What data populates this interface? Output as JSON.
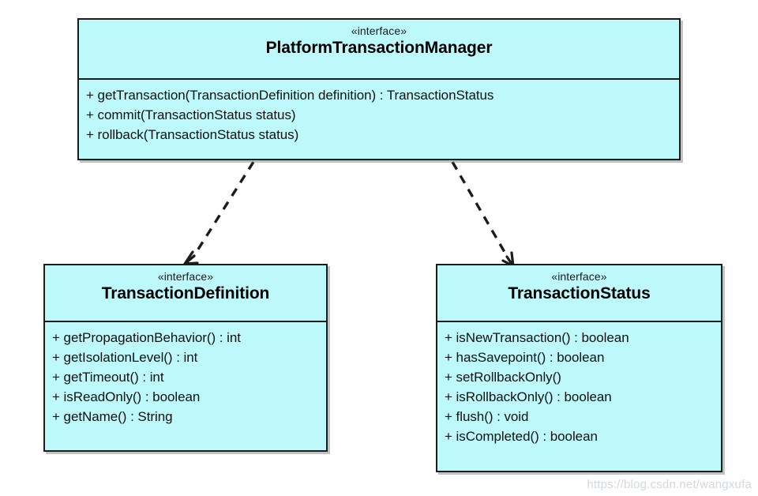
{
  "diagram": {
    "type": "uml-class-diagram",
    "background_color": "#ffffff",
    "class_fill_color": "#bdf8fb",
    "class_border_color": "#1c1c1c",
    "classes": [
      {
        "id": "platform-transaction-manager",
        "stereotype": "«interface»",
        "name": "PlatformTransactionManager",
        "members": [
          "+ getTransaction(TransactionDefinition definition) : TransactionStatus",
          "+ commit(TransactionStatus status)",
          "+ rollback(TransactionStatus status)"
        ]
      },
      {
        "id": "transaction-definition",
        "stereotype": "«interface»",
        "name": "TransactionDefinition",
        "members": [
          "+ getPropagationBehavior() : int",
          "+ getIsolationLevel() : int",
          "+ getTimeout() : int",
          "+ isReadOnly() : boolean",
          "+ getName() : String"
        ]
      },
      {
        "id": "transaction-status",
        "stereotype": "«interface»",
        "name": "TransactionStatus",
        "members": [
          "+ isNewTransaction() : boolean",
          "+ hasSavepoint() : boolean",
          "+ setRollbackOnly()",
          "+ isRollbackOnly() : boolean",
          "+ flush() : void",
          "+ isCompleted() : boolean"
        ]
      }
    ],
    "relationships": [
      {
        "id": "dependency-manager-to-definition",
        "kind": "dependency",
        "line_style": "dashed",
        "arrowhead": "open",
        "from": "platform-transaction-manager",
        "to": "transaction-definition"
      },
      {
        "id": "dependency-manager-to-status",
        "kind": "dependency",
        "line_style": "dashed",
        "arrowhead": "open",
        "from": "platform-transaction-manager",
        "to": "transaction-status"
      }
    ]
  },
  "watermark": {
    "text": "https://blog.csdn.net/wangxufa",
    "color": "#d2d8dc"
  }
}
